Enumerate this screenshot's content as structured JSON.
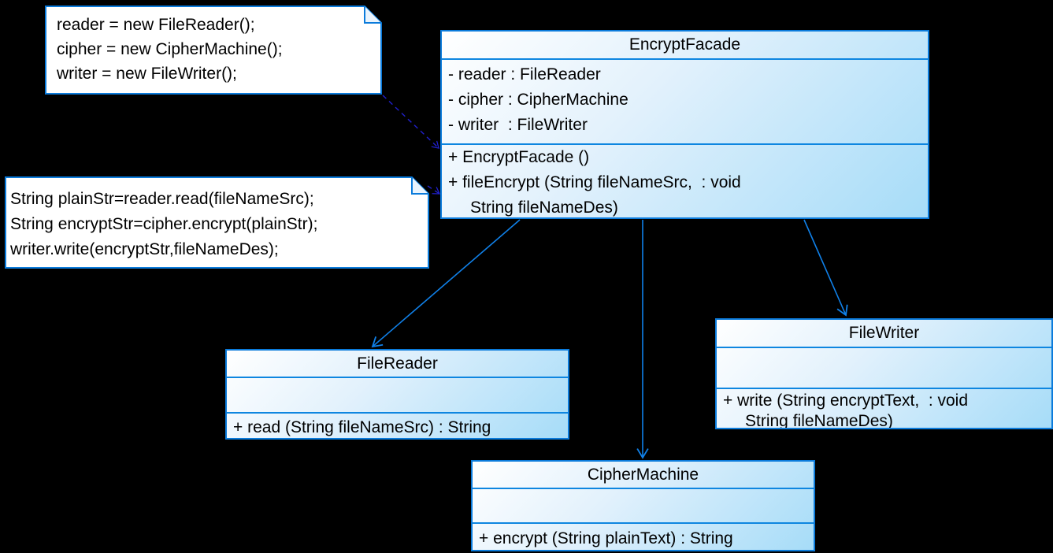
{
  "diagram_title": "EncryptFacade UML class diagram",
  "colors": {
    "background": "#000000",
    "class_border": "#0b7bdb",
    "class_fill_start": "#ffffff",
    "class_fill_end": "#a6dcf8",
    "note_fill": "#ffffff",
    "association_line": "#1080e8",
    "note_link_line": "#2020cc",
    "text": "#000000"
  },
  "notes": [
    {
      "lines": [
        "reader = new FileReader();",
        "cipher = new CipherMachine();",
        "writer = new FileWriter();"
      ]
    },
    {
      "lines": [
        "String plainStr=reader.read(fileNameSrc);",
        "String encryptStr=cipher.encrypt(plainStr);",
        "writer.write(encryptStr,fileNameDes);"
      ]
    }
  ],
  "classes": {
    "encryptFacade": {
      "name": "EncryptFacade",
      "attributes": [
        "- reader : FileReader",
        "- cipher : CipherMachine",
        "- writer  : FileWriter"
      ],
      "methods": [
        "+ EncryptFacade ()",
        "+ fileEncrypt (String fileNameSrc,  : void",
        "String fileNameDes)"
      ]
    },
    "fileReader": {
      "name": "FileReader",
      "attributes": [],
      "methods": [
        "+ read (String fileNameSrc) : String"
      ]
    },
    "cipherMachine": {
      "name": "CipherMachine",
      "attributes": [],
      "methods": [
        "+ encrypt (String plainText) : String"
      ]
    },
    "fileWriter": {
      "name": "FileWriter",
      "attributes": [],
      "methods": [
        "+ write (String encryptText,  : void",
        "String fileNameDes)"
      ]
    }
  }
}
